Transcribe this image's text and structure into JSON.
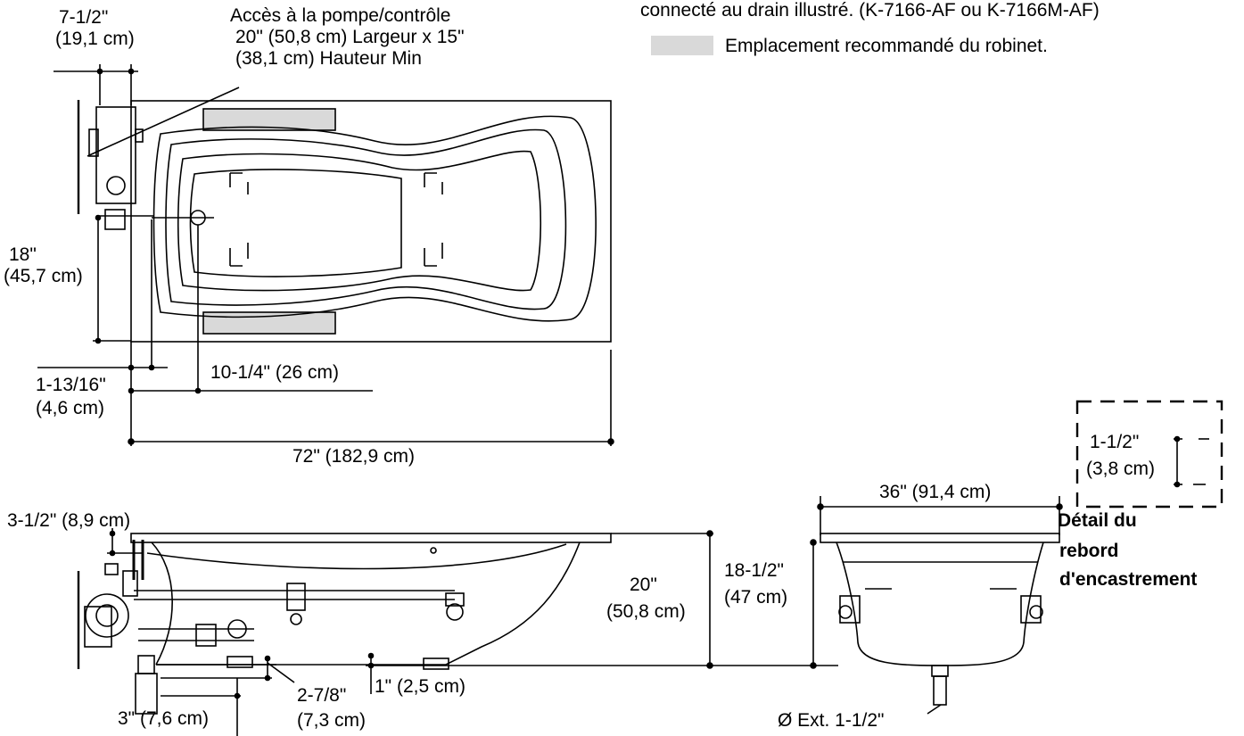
{
  "legend": {
    "note_line": "connecté au drain illustré. (K-7166-AF ou K-7166M-AF)",
    "faucet_label": "Emplacement recommandé du robinet.",
    "faucet_swatch_color": "#d9d9d9"
  },
  "plan_view": {
    "pump_access": [
      "Accès à la pompe/contrôle",
      "20\" (50,8 cm) Largeur x 15\"",
      "(38,1 cm) Hauteur Min"
    ],
    "dim_top_left": [
      "7-1/2\"",
      "(19,1 cm)"
    ],
    "dim_height": [
      "18\"",
      "(45,7 cm)"
    ],
    "dim_offset": [
      "1-13/16\"",
      "(4,6 cm)"
    ],
    "dim_drain": "10-1/4\" (26 cm)",
    "dim_length": "72\" (182,9 cm)"
  },
  "side_view": {
    "dim_rim": "3-1/2\" (8,9 cm)",
    "dim_total_height": [
      "20\"",
      "(50,8 cm)"
    ],
    "dim_bottom": "1\" (2,5 cm)",
    "dim_drain_offset": [
      "2-7/8\"",
      "(7,3 cm)"
    ],
    "dim_drain_pipe": "3\" (7,6 cm)"
  },
  "end_view": {
    "dim_width": "36\" (91,4 cm)",
    "dim_inner_height": [
      "18-1/2\"",
      "(47 cm)"
    ],
    "drain_diameter": "Ø Ext. 1-1/2\""
  },
  "flange_detail": {
    "dim": [
      "1-1/2\"",
      "(3,8 cm)"
    ],
    "title": [
      "Détail du",
      "rebord",
      "d'encastrement"
    ]
  }
}
